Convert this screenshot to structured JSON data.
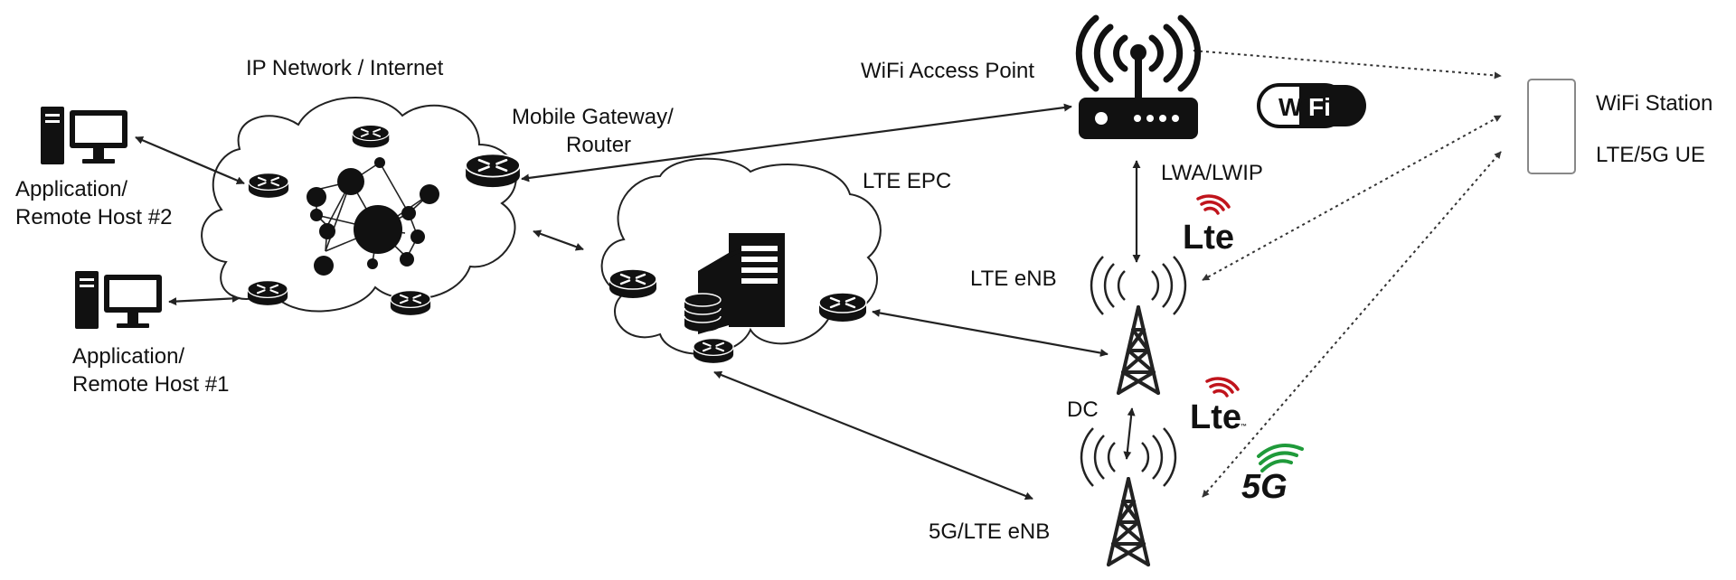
{
  "labels": {
    "ip_network": "IP Network / Internet",
    "mobile_gateway_line1": "Mobile Gateway/",
    "mobile_gateway_line2": "Router",
    "wifi_ap": "WiFi Access Point",
    "lte_epc": "LTE EPC",
    "lwa": "LWA/LWIP",
    "lte_enb": "LTE eNB",
    "dc": "DC",
    "enb_5g": "5G/LTE eNB",
    "wifi_station": "WiFi Station",
    "lte_ue": "LTE/5G UE",
    "host2_line1": "Application/",
    "host2_line2": "Remote Host #2",
    "host1_line1": "Application/",
    "host1_line2": "Remote Host #1"
  },
  "logos": {
    "wifi_left": "Wi",
    "wifi_right": "Fi",
    "wifi_tm": "™",
    "lte_1": "Lte",
    "lte_2": "Lte",
    "fiveg": "5G",
    "lte_tm": "™"
  },
  "colors": {
    "ink": "#111111",
    "lte_arc": "#c0141c",
    "fiveg_arc": "#1f9a3a"
  }
}
